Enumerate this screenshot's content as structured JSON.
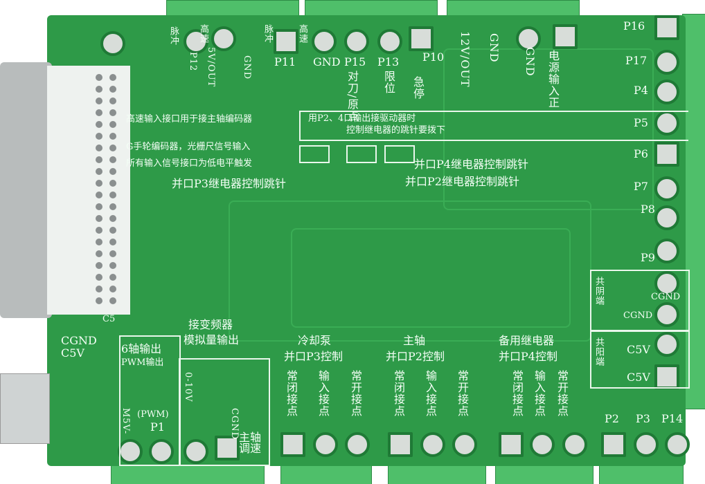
{
  "top_labels": {
    "p11": "P11",
    "gnd": "GND",
    "p15": "P15",
    "p13": "P13",
    "p10": "P10",
    "out12v": "12V/OUT",
    "gnd2": "GND",
    "gnd3": "GND",
    "power_in": "电源输入正",
    "p15_desc": "对刀/原点",
    "p13_desc": "限位",
    "p10_desc": "急停",
    "pulse1": "脉冲",
    "highspeed1": "高速",
    "pulse2": "脉冲",
    "highspeed2": "高速",
    "p12": "P12",
    "out5v": "5V/OUT",
    "gnd_small": "GND"
  },
  "notes": {
    "line1": "高速输入接口用于接主轴编码器",
    "line2": "G手轮编码器，光栅尺信号输入",
    "line3": "所有输入信号接口为低电平触发",
    "relay_note1": "用P2、4口输出接驱动器时",
    "relay_note2": "控制继电器的跳针要拨下",
    "jumper_p3": "并口P3继电器控制跳针",
    "jumper_p4": "并口P4继电器控制跳针",
    "jumper_p2": "并口P2继电器控制跳针"
  },
  "right_labels": [
    "P16",
    "P17",
    "P4",
    "P5",
    "P6",
    "P7",
    "P8",
    "P9",
    "CGND",
    "CGND",
    "C5V",
    "C5V"
  ],
  "right_group": {
    "common_gnd": "共阴端",
    "common_pos": "共阳端"
  },
  "bottom": {
    "ccgnd": "CGND",
    "c5v": "C5V",
    "axis6": "6轴输出",
    "pwm_out": "PWM输出",
    "m5v": "M5V-",
    "pwm": "(PWM)",
    "p1": "P1",
    "inverter1": "接变频器",
    "inverter2": "模拟量输出",
    "v010": "0-10V",
    "cgnd": "CGND",
    "spindle_speed": "主轴调速",
    "c5": "C5",
    "groups": [
      {
        "title": "冷却泵",
        "sub": "并口P3控制"
      },
      {
        "title": "主轴",
        "sub": "并口P2控制"
      },
      {
        "title": "备用继电器",
        "sub": "并口P4控制"
      }
    ],
    "contacts": [
      "常闭接点",
      "输入接点",
      "常开接点"
    ],
    "ports": [
      "P2",
      "P3",
      "P14"
    ]
  },
  "colors": {
    "board": "#2e9a48",
    "silkscreen": "#f4fff6",
    "terminal": "#4fbf6a"
  }
}
